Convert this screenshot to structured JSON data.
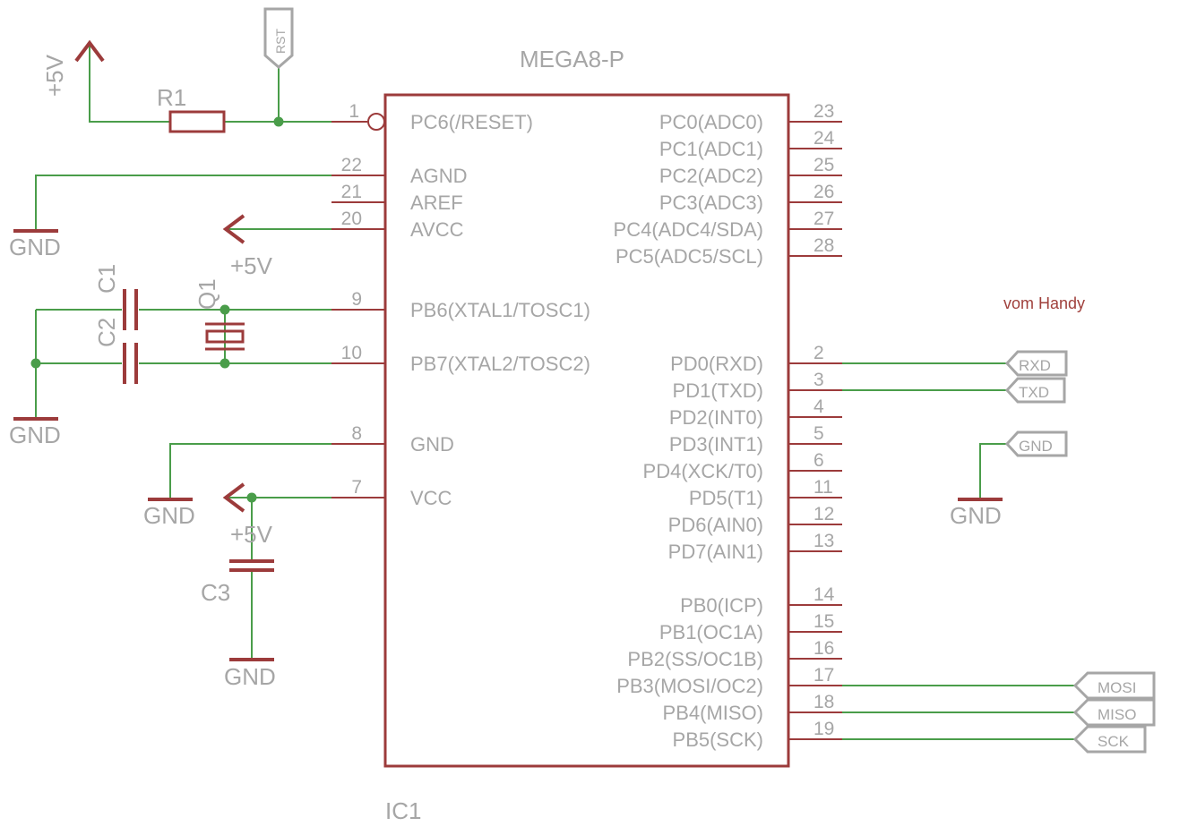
{
  "ic": {
    "name": "IC1",
    "value": "MEGA8-P",
    "left_pins": [
      {
        "num": "1",
        "label": "PC6(/RESET)"
      },
      {
        "num": "22",
        "label": "AGND"
      },
      {
        "num": "21",
        "label": "AREF"
      },
      {
        "num": "20",
        "label": "AVCC"
      },
      {
        "num": "9",
        "label": "PB6(XTAL1/TOSC1)"
      },
      {
        "num": "10",
        "label": "PB7(XTAL2/TOSC2)"
      },
      {
        "num": "8",
        "label": "GND"
      },
      {
        "num": "7",
        "label": "VCC"
      }
    ],
    "right_pins": [
      {
        "num": "23",
        "label": "PC0(ADC0)"
      },
      {
        "num": "24",
        "label": "PC1(ADC1)"
      },
      {
        "num": "25",
        "label": "PC2(ADC2)"
      },
      {
        "num": "26",
        "label": "PC3(ADC3)"
      },
      {
        "num": "27",
        "label": "PC4(ADC4/SDA)"
      },
      {
        "num": "28",
        "label": "PC5(ADC5/SCL)"
      },
      {
        "num": "2",
        "label": "PD0(RXD)"
      },
      {
        "num": "3",
        "label": "PD1(TXD)"
      },
      {
        "num": "4",
        "label": "PD2(INT0)"
      },
      {
        "num": "5",
        "label": "PD3(INT1)"
      },
      {
        "num": "6",
        "label": "PD4(XCK/T0)"
      },
      {
        "num": "11",
        "label": "PD5(T1)"
      },
      {
        "num": "12",
        "label": "PD6(AIN0)"
      },
      {
        "num": "13",
        "label": "PD7(AIN1)"
      },
      {
        "num": "14",
        "label": "PB0(ICP)"
      },
      {
        "num": "15",
        "label": "PB1(OC1A)"
      },
      {
        "num": "16",
        "label": "PB2(SS/OC1B)"
      },
      {
        "num": "17",
        "label": "PB3(MOSI/OC2)"
      },
      {
        "num": "18",
        "label": "PB4(MISO)"
      },
      {
        "num": "19",
        "label": "PB5(SCK)"
      }
    ]
  },
  "parts": {
    "r1": "R1",
    "c1": "C1",
    "c2": "C2",
    "c3": "C3",
    "q1": "Q1"
  },
  "supplies": {
    "vcc": "+5V",
    "gnd": "GND"
  },
  "labels": {
    "rst": "RST",
    "rxd": "RXD",
    "txd": "TXD",
    "gnd": "GND",
    "mosi": "MOSI",
    "miso": "MISO",
    "sck": "SCK"
  },
  "note": "vom Handy",
  "colors": {
    "wire": "#4a9d4a",
    "part": "#9c3b3b",
    "text": "#a6a6a6",
    "note": "#a0403c"
  }
}
